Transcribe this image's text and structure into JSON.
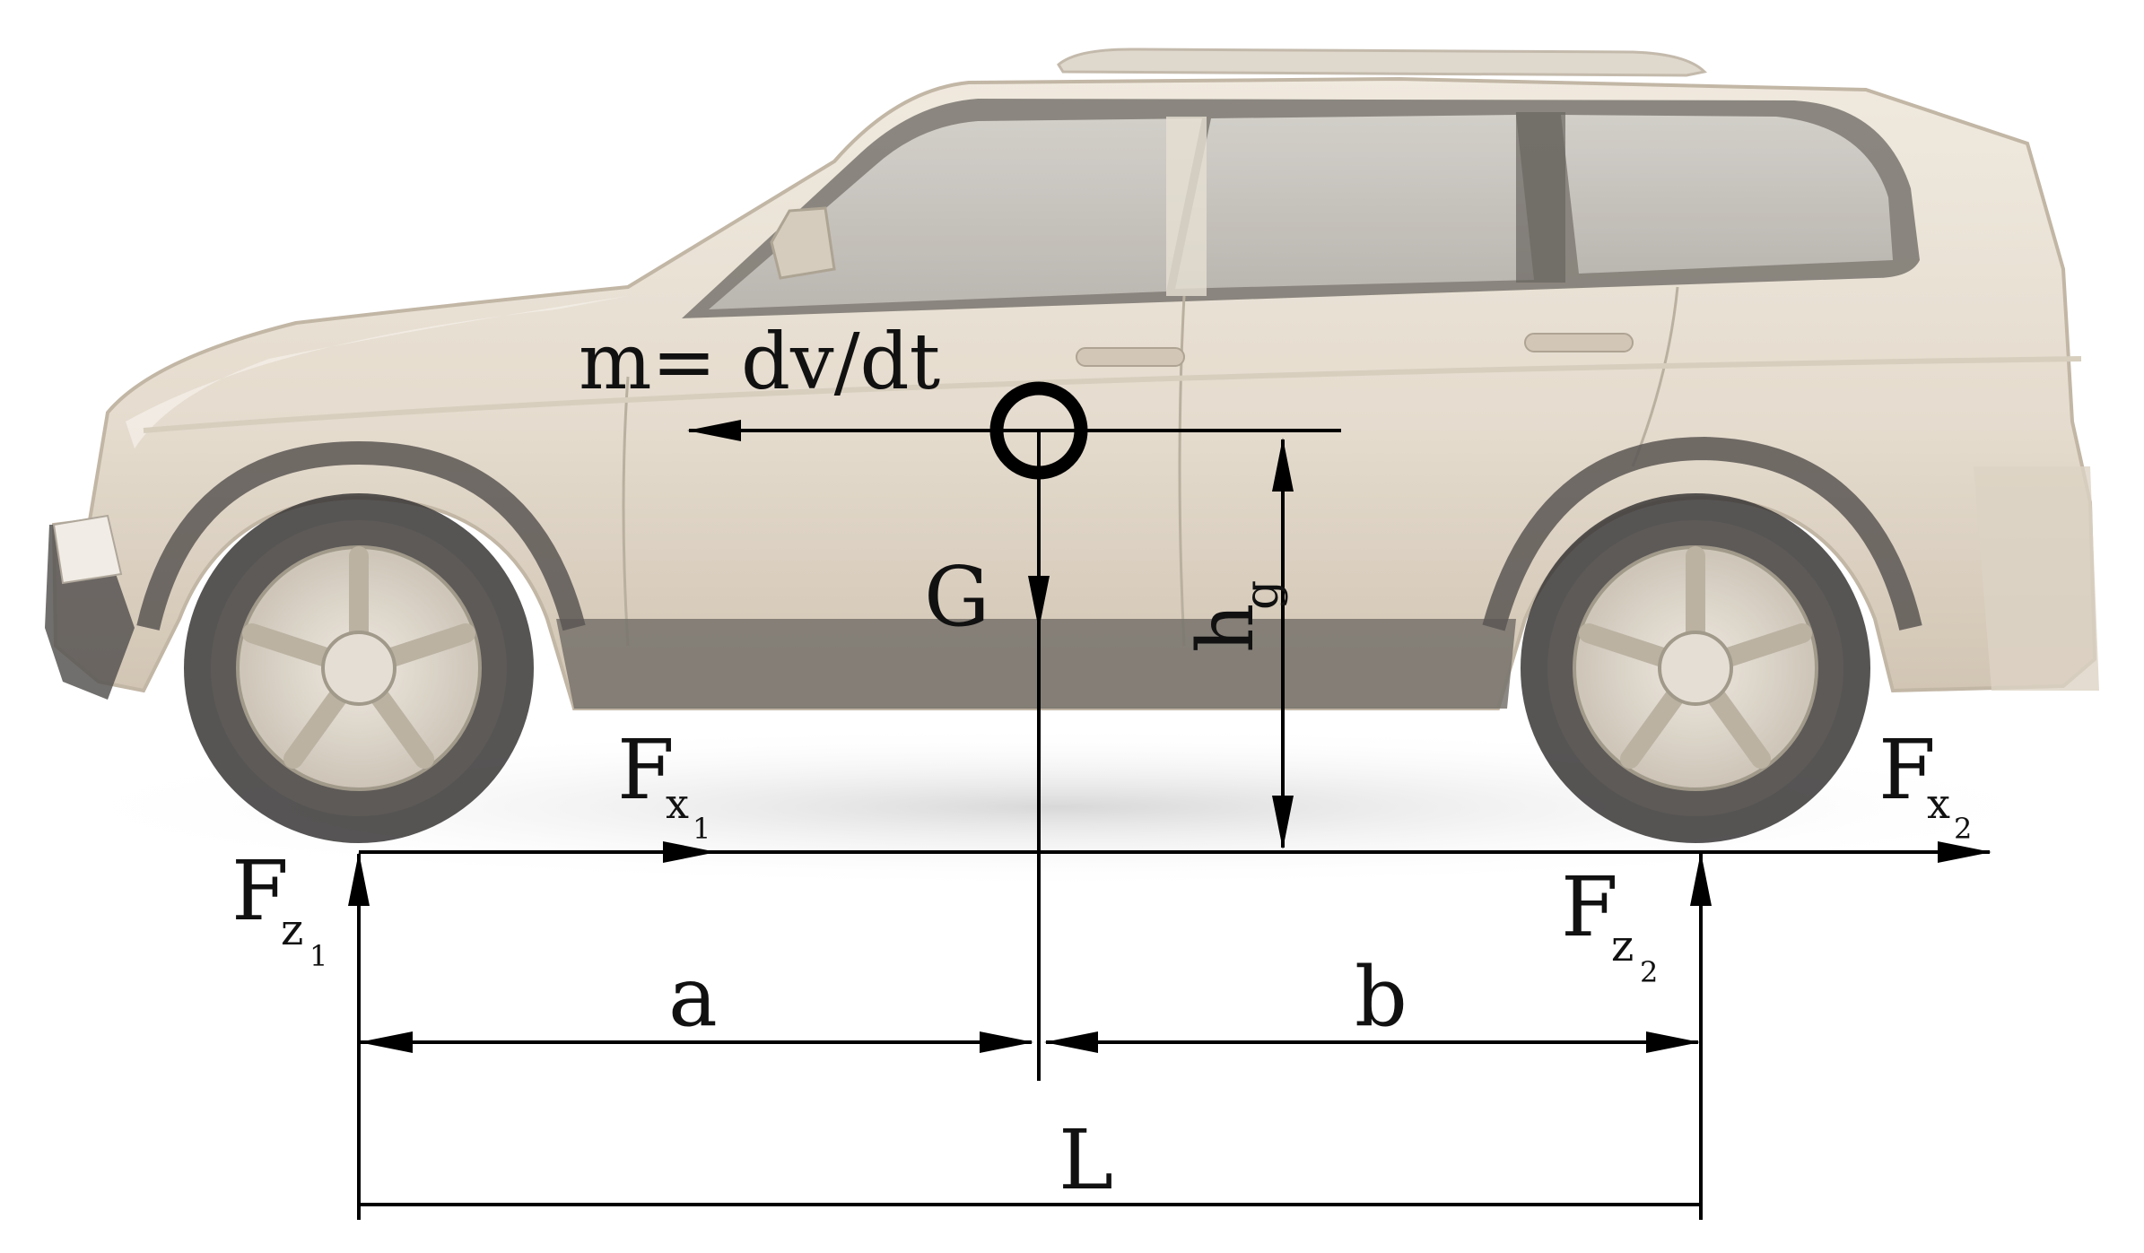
{
  "diagram": {
    "labels": {
      "inertia": "m= dv/dt",
      "weight": "G",
      "cg_height_main": "h",
      "cg_height_sub": "g",
      "fx1_main": "F",
      "fx1_sub": "x",
      "fx1_subsub": "1",
      "fx2_main": "F",
      "fx2_sub": "x",
      "fx2_subsub": "2",
      "fz1_main": "F",
      "fz1_sub": "z",
      "fz1_subsub": "1",
      "fz2_main": "F",
      "fz2_sub": "z",
      "fz2_subsub": "2",
      "front_dist": "a",
      "rear_dist": "b",
      "wheelbase": "L"
    },
    "colors": {
      "body": "#e6ddd0",
      "body_shade": "#cfc4b4",
      "glass": "#bdbab5",
      "tire": "#3a3a38",
      "rim": "#ddd6cb",
      "lines": "#000000",
      "background": "#ffffff"
    }
  }
}
